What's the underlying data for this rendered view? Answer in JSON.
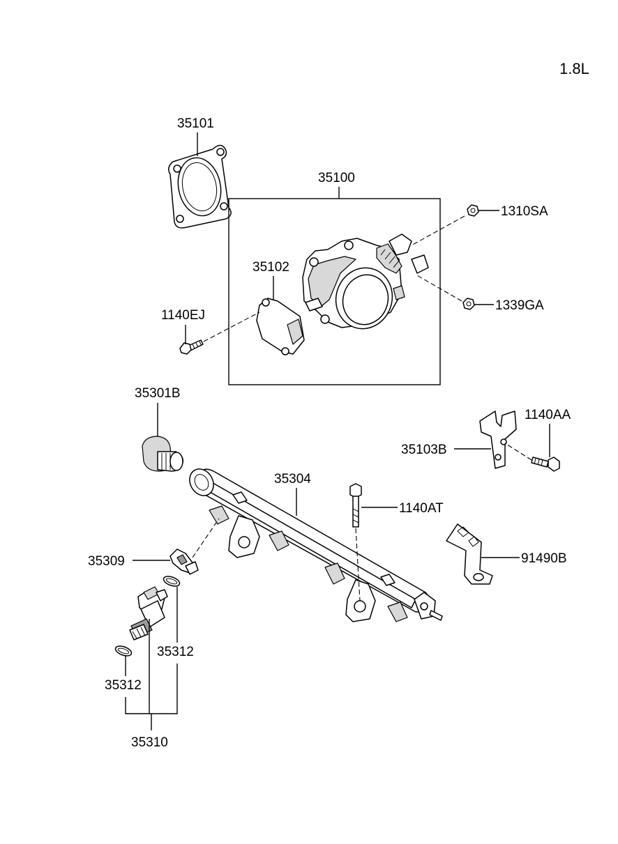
{
  "engine": "1.8L",
  "parts": {
    "p35101": "35101",
    "p35100": "35100",
    "p1310SA": "1310SA",
    "p35102": "35102",
    "p1339GA": "1339GA",
    "p1140EJ": "1140EJ",
    "p35301B": "35301B",
    "p1140AA": "1140AA",
    "p35103B": "35103B",
    "p35304": "35304",
    "p1140AT": "1140AT",
    "p35309": "35309",
    "p91490B": "91490B",
    "p35312a": "35312",
    "p35312b": "35312",
    "p35310": "35310"
  }
}
